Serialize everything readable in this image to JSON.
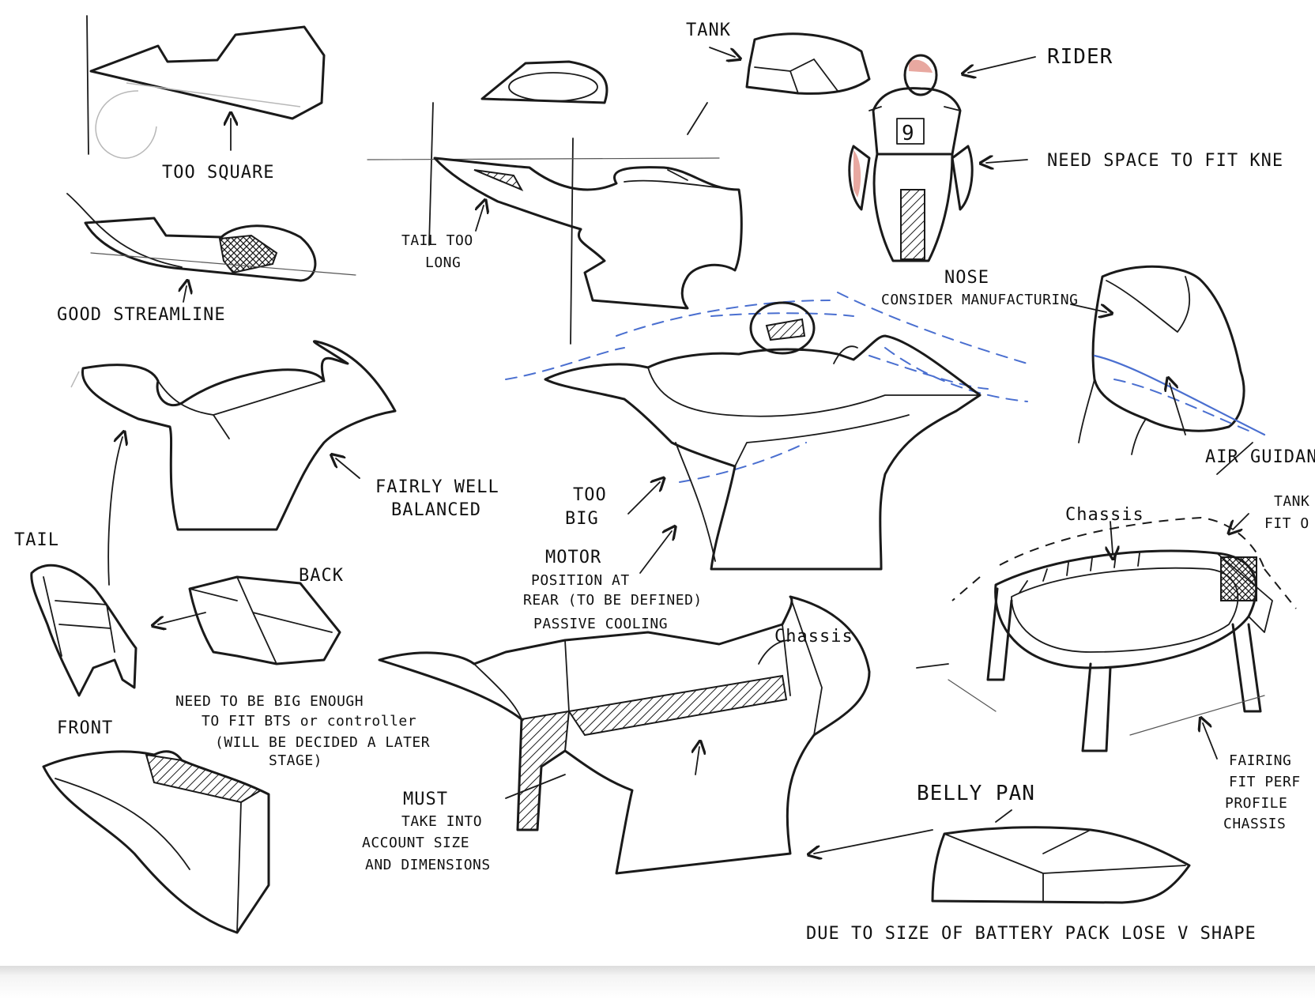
{
  "annotations": {
    "too_square": "TOO SQUARE",
    "good_streamline": "GOOD STREAMLINE",
    "fairly_well": "FAIRLY WELL",
    "balanced": "BALANCED",
    "tail_left": "TAIL",
    "front": "FRONT",
    "back": "BACK",
    "need_big_1": "NEED TO BE BIG ENOUGH",
    "need_big_2": "TO FIT BTS or controller",
    "need_big_3": "(WILL BE DECIDED A LATER",
    "need_big_4": "STAGE)",
    "tail_too_1": "TAIL TOO",
    "tail_too_2": "LONG",
    "tank": "TANK",
    "rider": "RIDER",
    "rider_number": "9",
    "need_space": "NEED SPACE TO FIT KNE",
    "nose": "NOSE",
    "consider": "CONSIDER MANUFACTURING",
    "too_big_1": "TOO",
    "too_big_2": "BIG",
    "motor_1": "MOTOR",
    "motor_2": "POSITION AT",
    "motor_3": "REAR (TO BE DEFINED)",
    "motor_4": "PASSIVE COOLING",
    "air_guidance": "AIR GUIDAN",
    "chassis_right": "Chassis",
    "tank_fit_1": "TANK",
    "tank_fit_2": "FIT O",
    "chassis_mid": "Chassis",
    "must_1": "MUST",
    "must_2": "TAKE INTO",
    "must_3": "ACCOUNT SIZE",
    "must_4": "AND DIMENSIONS",
    "belly_pan": "BELLY PAN",
    "fairing_1": "FAIRING",
    "fairing_2": "FIT PERF",
    "fairing_3": "PROFILE",
    "fairing_4": "CHASSIS",
    "due_to": "DUE TO SIZE OF BATTERY PACK LOSE V SHAPE"
  },
  "colors": {
    "ink": "#1a1a1a",
    "airflow": "#4a6fd0",
    "rider_highlight": "#e8a8a0",
    "paper": "#ffffff"
  }
}
